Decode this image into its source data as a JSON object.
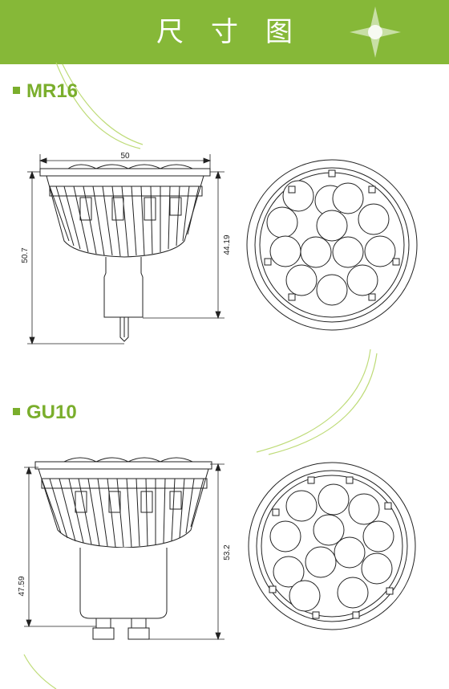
{
  "header": {
    "title": "尺寸图",
    "bg_color": "#86b838"
  },
  "sections": [
    {
      "label": "MR16",
      "dims": {
        "top_width": "50",
        "total_height": "50.7",
        "body_height": "44.19"
      }
    },
    {
      "label": "GU10",
      "dims": {
        "body_height": "53.2",
        "lower_height": "47.59"
      }
    }
  ],
  "colors": {
    "accent": "#7aae2c",
    "line": "#222222"
  }
}
